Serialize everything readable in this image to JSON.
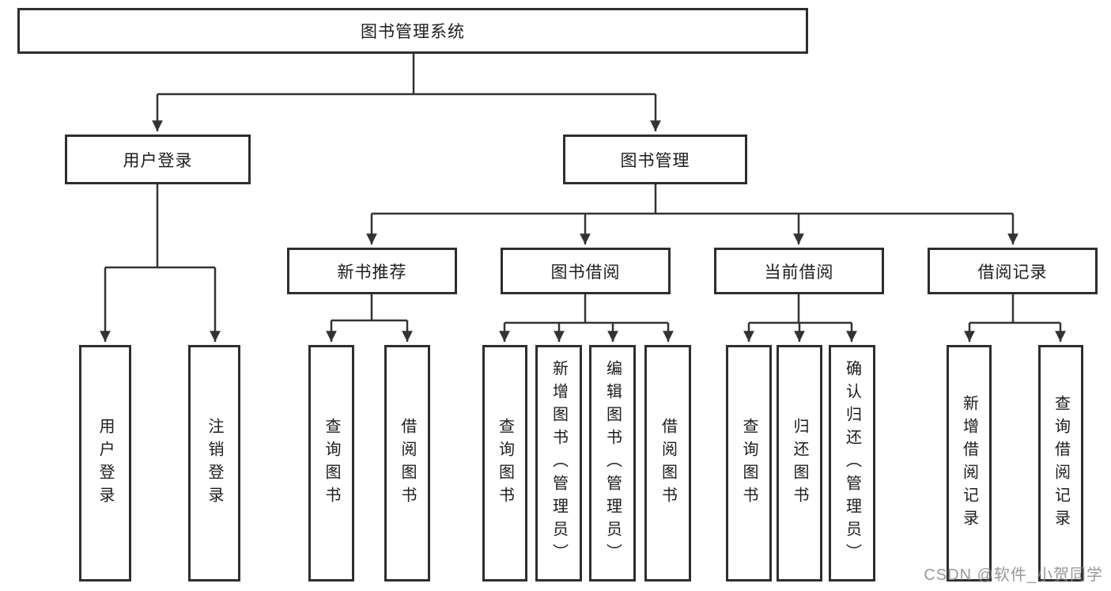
{
  "tree": {
    "root": {
      "label": "图书管理系统"
    },
    "branches": [
      {
        "label": "用户登录",
        "children": [
          {
            "label": "用户登录"
          },
          {
            "label": "注销登录"
          }
        ]
      },
      {
        "label": "图书管理",
        "children": [
          {
            "label": "新书推荐",
            "children": [
              {
                "label": "查询图书"
              },
              {
                "label": "借阅图书"
              }
            ]
          },
          {
            "label": "图书借阅",
            "children": [
              {
                "label": "查询图书"
              },
              {
                "label": "新增图书（管理员）"
              },
              {
                "label": "编辑图书（管理员）"
              },
              {
                "label": "借阅图书"
              }
            ]
          },
          {
            "label": "当前借阅",
            "children": [
              {
                "label": "查询图书"
              },
              {
                "label": "归还图书"
              },
              {
                "label": "确认归还（管理员）"
              }
            ]
          },
          {
            "label": "借阅记录",
            "children": [
              {
                "label": "新增借阅记录"
              },
              {
                "label": "查询借阅记录"
              }
            ]
          }
        ]
      }
    ]
  },
  "watermark": {
    "text": "CSDN @软件_小贺同学"
  },
  "colors": {
    "line": "#333333",
    "box_border": "#2e2e2e",
    "text": "#1c1c1c",
    "background": "#ffffff",
    "watermark": "#878787"
  }
}
